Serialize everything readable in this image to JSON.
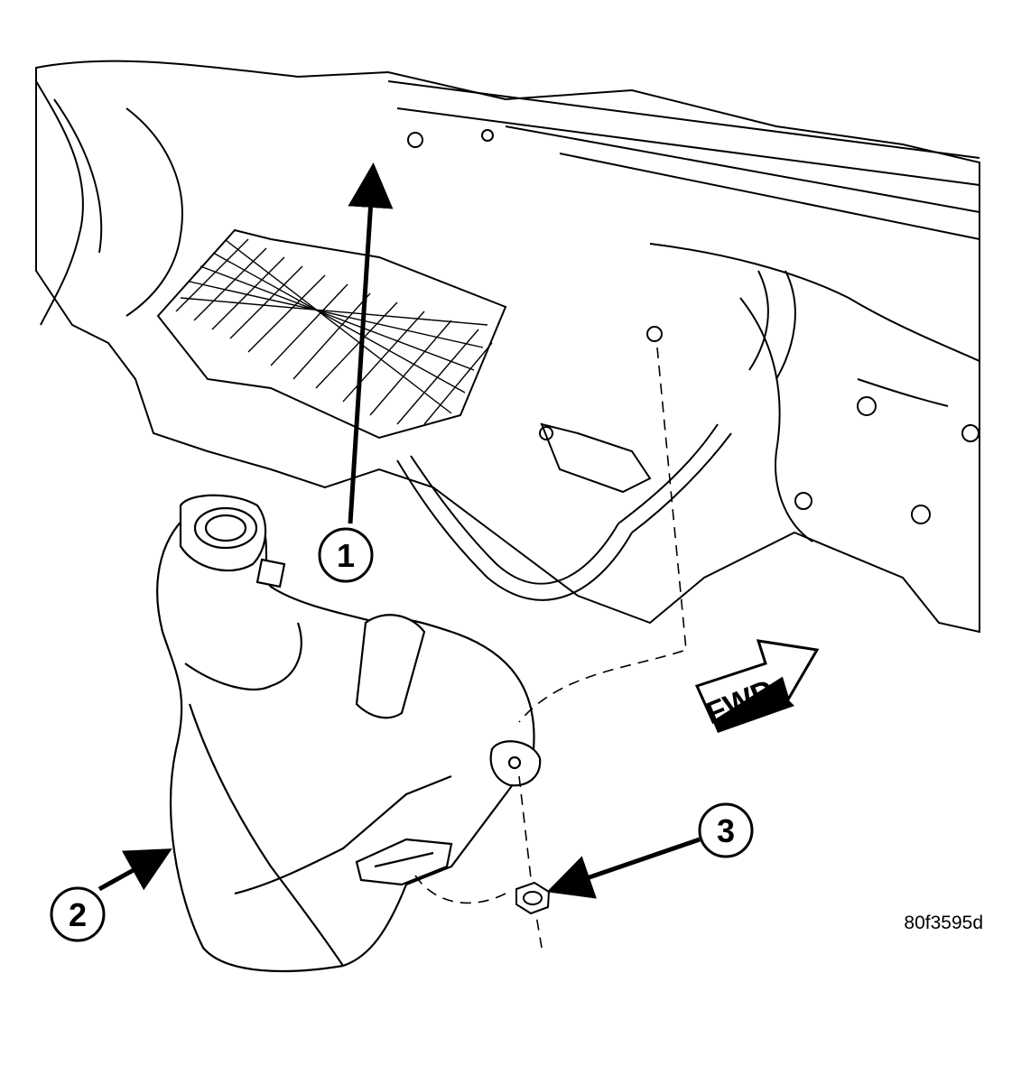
{
  "callouts": [
    {
      "number": "1"
    },
    {
      "number": "2"
    },
    {
      "number": "3"
    }
  ],
  "direction_label": "FWD",
  "figure_id": "80f3595d"
}
